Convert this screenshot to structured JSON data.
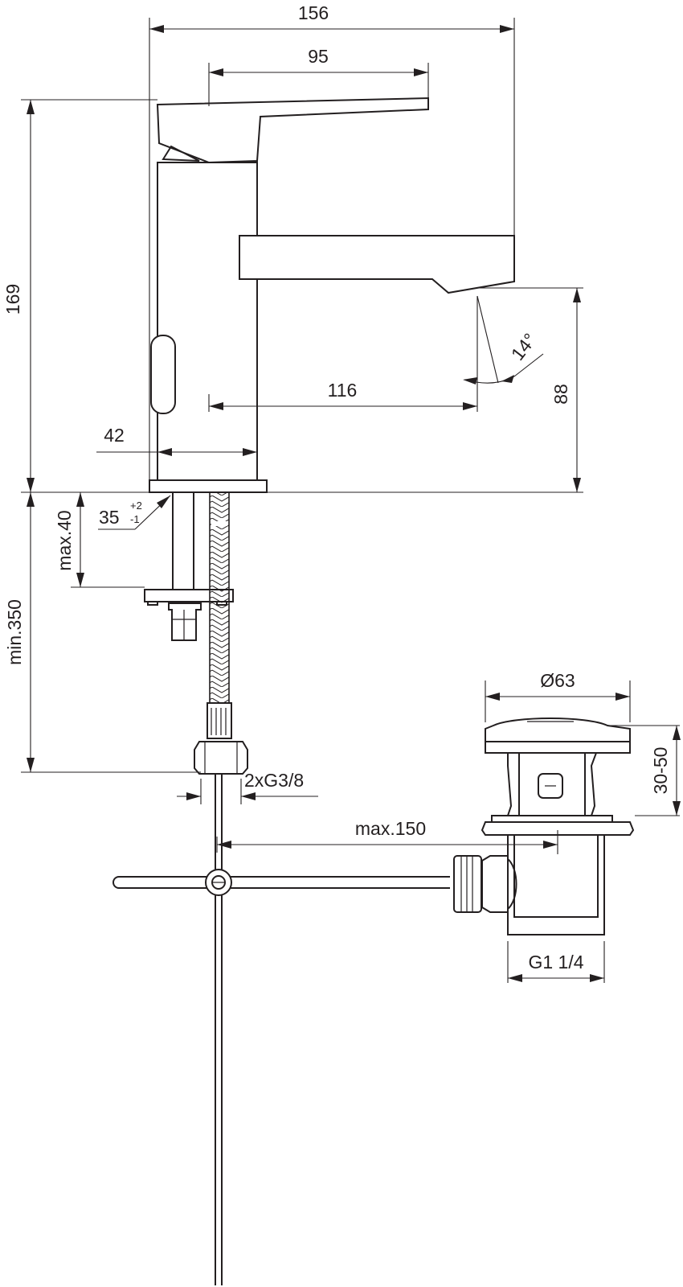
{
  "dimensions": {
    "overall_width": "156",
    "handle_reach": "95",
    "overall_height": "169",
    "spout_reach": "116",
    "spout_height": "88",
    "spout_angle": "14°",
    "base_diameter": "42",
    "hole_diameter": "35",
    "hole_tol_plus": "+2",
    "hole_tol_minus": "-1",
    "max_thickness": "max.40",
    "min_hose_length": "min.350",
    "connection": "2xG3/8",
    "waste_diameter": "Ø63",
    "waste_height": "30-50",
    "rod_length": "max.150",
    "waste_thread": "G1 1/4"
  }
}
